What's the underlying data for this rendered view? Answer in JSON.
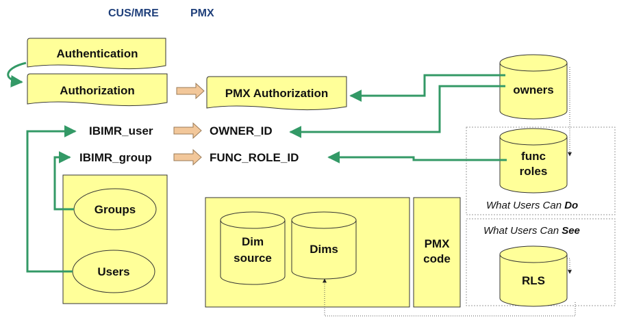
{
  "header": {
    "left": "CUS/MRE",
    "right": "PMX"
  },
  "scrolls": {
    "authentication": "Authentication",
    "authorization": "Authorization",
    "pmx_authorization": "PMX Authorization"
  },
  "fields": {
    "ibimr_user": "IBIMR_user",
    "owner_id": "OWNER_ID",
    "ibimr_group": "IBIMR_group",
    "func_role_id": "FUNC_ROLE_ID"
  },
  "ovals": {
    "groups": "Groups",
    "users": "Users"
  },
  "cylinders": {
    "owners": "owners",
    "func_roles_1": "func",
    "func_roles_2": "roles",
    "rls": "RLS",
    "dim_source_1": "Dim",
    "dim_source_2": "source",
    "dims": "Dims"
  },
  "pmx_code": {
    "line1": "PMX",
    "line2": "code"
  },
  "regions": {
    "what_do_prefix": "What Users Can ",
    "what_do_emph": "Do",
    "what_see_prefix": "What Users Can ",
    "what_see_emph": "See"
  },
  "colors": {
    "fill": "#ffff99",
    "connector": "#339966",
    "arrow": "#f2c79a",
    "header": "#1f3f7a"
  }
}
